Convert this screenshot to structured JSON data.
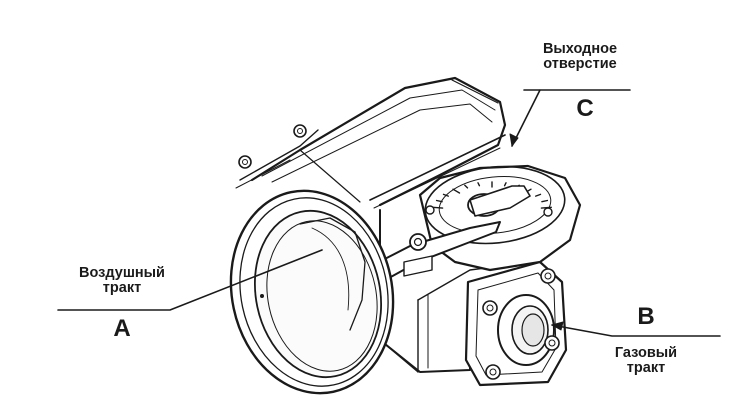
{
  "labels": {
    "outlet": {
      "line1": "Выходное",
      "line2": "отверстие",
      "letter": "C"
    },
    "air": {
      "line1": "Воздушный",
      "line2": "тракт",
      "letter": "A"
    },
    "gas": {
      "line1": "Газовый",
      "line2": "тракт",
      "letter": "B"
    }
  },
  "colors": {
    "ink": "#1a1a1a",
    "background": "#ffffff",
    "shade": "#d9d9d9"
  }
}
